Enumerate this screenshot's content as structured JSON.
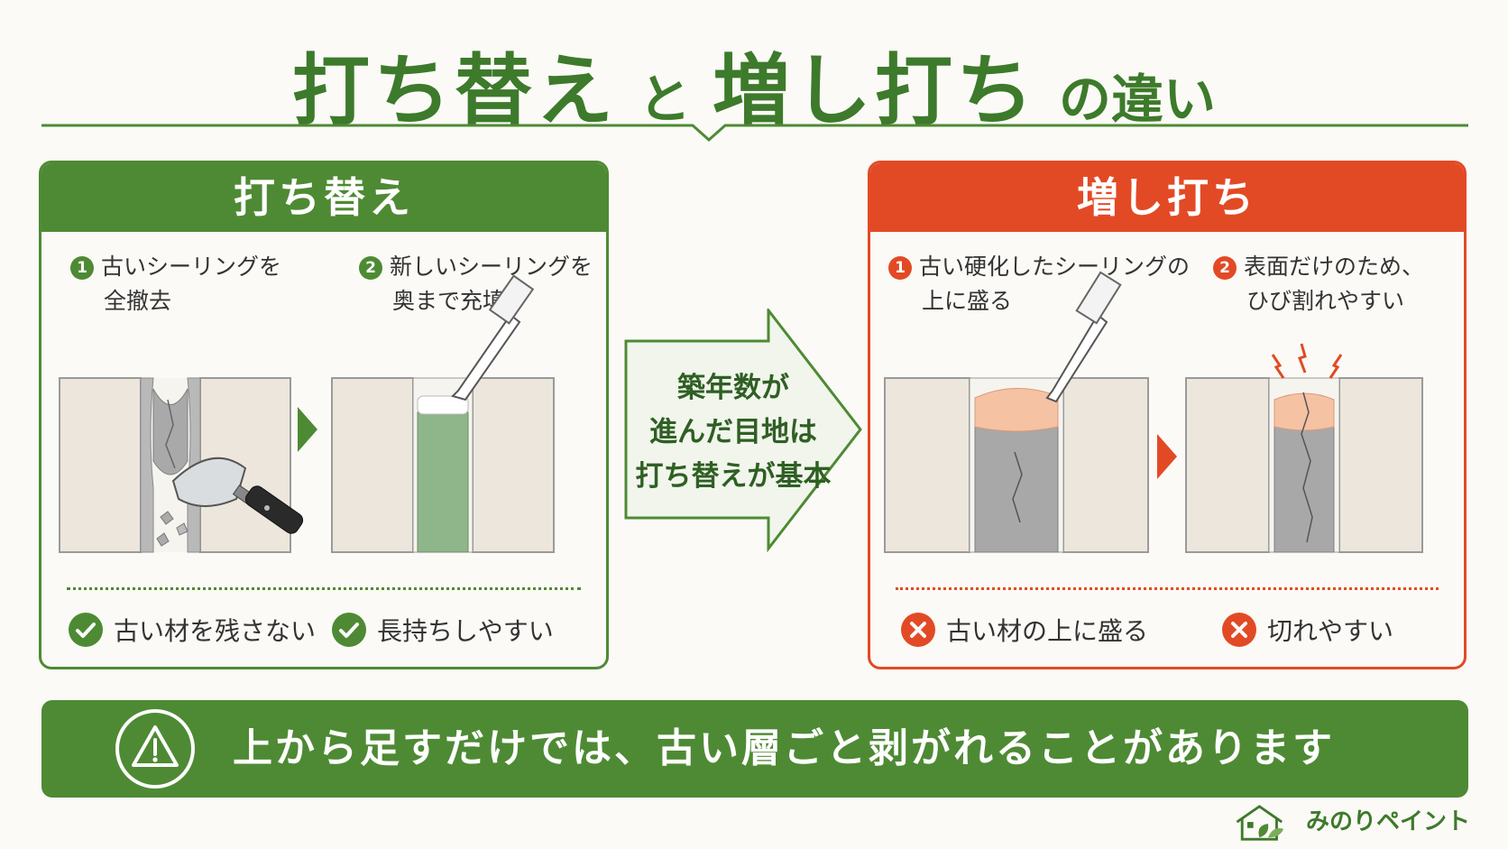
{
  "title": {
    "part1": "打ち替え",
    "part2": "と",
    "part3": "増し打ち",
    "part4": "の違い"
  },
  "left_panel": {
    "heading": "打ち替え",
    "step1": {
      "num": "1",
      "line1": "古いシーリングを",
      "line2": "全撤去"
    },
    "step2": {
      "num": "2",
      "line1": "新しいシーリングを",
      "line2": "奥まで充填"
    },
    "feature1": "古い材を残さない",
    "feature2": "長持ちしやすい"
  },
  "middle": {
    "line1": "築年数が",
    "line2": "進んだ目地は",
    "line3": "打ち替えが基本"
  },
  "right_panel": {
    "heading": "増し打ち",
    "step1": {
      "num": "1",
      "line1": "古い硬化したシーリングの",
      "line2": "上に盛る"
    },
    "step2": {
      "num": "2",
      "line1": "表面だけのため、",
      "line2": "ひび割れやすい"
    },
    "feature1": "古い材の上に盛る",
    "feature2": "切れやすい"
  },
  "banner": {
    "text": "上から足すだけでは、古い層ごと剥がれることがあります"
  },
  "logo": {
    "text": "みのりペイント"
  },
  "colors": {
    "green": "#4e8a34",
    "title_green": "#3d7a2b",
    "red": "#e24a25",
    "background": "#fbfaf6"
  },
  "icons": [
    "check-icon",
    "cross-icon",
    "warning-icon",
    "house-leaf-icon",
    "arrow-right-icon",
    "lightning-icon"
  ]
}
